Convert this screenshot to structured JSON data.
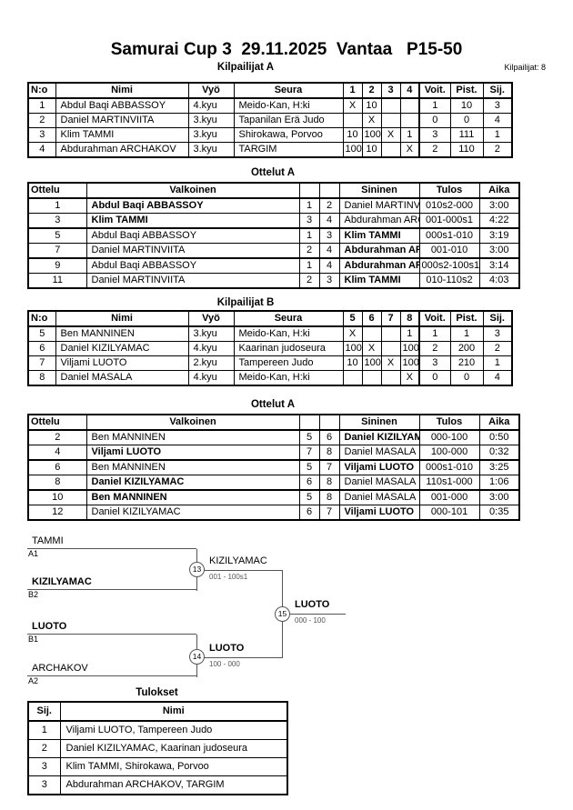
{
  "page": {
    "title": "Samurai Cup 3  29.11.2025  Vantaa   P15-50",
    "competitors_label": "Kilpailijat: 8"
  },
  "pool_a": {
    "title": "Kilpailijat A",
    "headers": [
      "N:o",
      "Nimi",
      "Vyö",
      "Seura",
      "1",
      "2",
      "3",
      "4",
      "Voit.",
      "Pist.",
      "Sij."
    ],
    "rows": [
      {
        "no": "1",
        "name": "Abdul Baqi ABBASSOY",
        "belt": "4.kyu",
        "club": "Meido-Kan, H:ki",
        "r": [
          "X",
          "10",
          "",
          ""
        ],
        "wins": "1",
        "pts": "10",
        "rank": "3"
      },
      {
        "no": "2",
        "name": "Daniel MARTINVIITA",
        "belt": "3.kyu",
        "club": "Tapanilan Erä Judo",
        "r": [
          "",
          "X",
          "",
          ""
        ],
        "wins": "0",
        "pts": "0",
        "rank": "4"
      },
      {
        "no": "3",
        "name": "Klim TAMMI",
        "belt": "3.kyu",
        "club": "Shirokawa, Porvoo",
        "r": [
          "10",
          "100",
          "X",
          "1"
        ],
        "wins": "3",
        "pts": "111",
        "rank": "1"
      },
      {
        "no": "4",
        "name": "Abdurahman ARCHAKOV",
        "belt": "3.kyu",
        "club": "TARGIM",
        "r": [
          "100",
          "10",
          "",
          "X"
        ],
        "wins": "2",
        "pts": "110",
        "rank": "2"
      }
    ]
  },
  "matches_a": {
    "title": "Ottelut A",
    "headers": [
      "Ottelu",
      "Valkoinen",
      "",
      "",
      "Sininen",
      "Tulos",
      "Aika"
    ],
    "rows": [
      {
        "no": "1",
        "white": "Abdul Baqi ABBASSOY",
        "white_bold": true,
        "wn": "1",
        "bn": "2",
        "blue": "Daniel MARTINVIITA",
        "blue_bold": false,
        "result": "010s2-000",
        "time": "3:00"
      },
      {
        "no": "3",
        "white": "Klim TAMMI",
        "white_bold": true,
        "wn": "3",
        "bn": "4",
        "blue": "Abdurahman ARCHAKOV",
        "blue_bold": false,
        "result": "001-000s1",
        "time": "4:22"
      },
      {
        "no": "5",
        "white": "Abdul Baqi ABBASSOY",
        "white_bold": false,
        "wn": "1",
        "bn": "3",
        "blue": "Klim TAMMI",
        "blue_bold": true,
        "result": "000s1-010",
        "time": "3:19"
      },
      {
        "no": "7",
        "white": "Daniel MARTINVIITA",
        "white_bold": false,
        "wn": "2",
        "bn": "4",
        "blue": "Abdurahman ARCHAKOV",
        "blue_bold": true,
        "result": "001-010",
        "time": "3:00"
      },
      {
        "no": "9",
        "white": "Abdul Baqi ABBASSOY",
        "white_bold": false,
        "wn": "1",
        "bn": "4",
        "blue": "Abdurahman ARCHAKOV",
        "blue_bold": true,
        "result": "000s2-100s1",
        "time": "3:14"
      },
      {
        "no": "11",
        "white": "Daniel MARTINVIITA",
        "white_bold": false,
        "wn": "2",
        "bn": "3",
        "blue": "Klim TAMMI",
        "blue_bold": true,
        "result": "010-110s2",
        "time": "4:03"
      }
    ]
  },
  "pool_b": {
    "title": "Kilpailijat B",
    "headers": [
      "N:o",
      "Nimi",
      "Vyö",
      "Seura",
      "5",
      "6",
      "7",
      "8",
      "Voit.",
      "Pist.",
      "Sij."
    ],
    "rows": [
      {
        "no": "5",
        "name": "Ben MANNINEN",
        "belt": "3.kyu",
        "club": "Meido-Kan, H:ki",
        "r": [
          "X",
          "",
          "",
          "1"
        ],
        "wins": "1",
        "pts": "1",
        "rank": "3"
      },
      {
        "no": "6",
        "name": "Daniel KIZILYAMAC",
        "belt": "4.kyu",
        "club": "Kaarinan judoseura",
        "r": [
          "100",
          "X",
          "",
          "100"
        ],
        "wins": "2",
        "pts": "200",
        "rank": "2"
      },
      {
        "no": "7",
        "name": "Viljami LUOTO",
        "belt": "2.kyu",
        "club": "Tampereen Judo",
        "r": [
          "10",
          "100",
          "X",
          "100"
        ],
        "wins": "3",
        "pts": "210",
        "rank": "1"
      },
      {
        "no": "8",
        "name": "Daniel MASALA",
        "belt": "4.kyu",
        "club": "Meido-Kan, H:ki",
        "r": [
          "",
          "",
          "",
          "X"
        ],
        "wins": "0",
        "pts": "0",
        "rank": "4"
      }
    ]
  },
  "matches_b": {
    "title": "Ottelut A",
    "headers": [
      "Ottelu",
      "Valkoinen",
      "",
      "",
      "Sininen",
      "Tulos",
      "Aika"
    ],
    "rows": [
      {
        "no": "2",
        "white": "Ben MANNINEN",
        "white_bold": false,
        "wn": "5",
        "bn": "6",
        "blue": "Daniel KIZILYAMAC",
        "blue_bold": true,
        "result": "000-100",
        "time": "0:50"
      },
      {
        "no": "4",
        "white": "Viljami LUOTO",
        "white_bold": true,
        "wn": "7",
        "bn": "8",
        "blue": "Daniel MASALA",
        "blue_bold": false,
        "result": "100-000",
        "time": "0:32"
      },
      {
        "no": "6",
        "white": "Ben MANNINEN",
        "white_bold": false,
        "wn": "5",
        "bn": "7",
        "blue": "Viljami LUOTO",
        "blue_bold": true,
        "result": "000s1-010",
        "time": "3:25"
      },
      {
        "no": "8",
        "white": "Daniel KIZILYAMAC",
        "white_bold": true,
        "wn": "6",
        "bn": "8",
        "blue": "Daniel MASALA",
        "blue_bold": false,
        "result": "110s1-000",
        "time": "1:06"
      },
      {
        "no": "10",
        "white": "Ben MANNINEN",
        "white_bold": true,
        "wn": "5",
        "bn": "8",
        "blue": "Daniel MASALA",
        "blue_bold": false,
        "result": "001-000",
        "time": "3:00"
      },
      {
        "no": "12",
        "white": "Daniel KIZILYAMAC",
        "white_bold": false,
        "wn": "6",
        "bn": "7",
        "blue": "Viljami LUOTO",
        "blue_bold": true,
        "result": "000-101",
        "time": "0:35"
      }
    ]
  },
  "bracket": {
    "entries": [
      {
        "name": "TAMMI",
        "seed": "A1",
        "bold": false
      },
      {
        "name": "KIZILYAMAC",
        "seed": "B2",
        "bold": true
      },
      {
        "name": "LUOTO",
        "seed": "B1",
        "bold": true
      },
      {
        "name": "ARCHAKOV",
        "seed": "A2",
        "bold": false
      }
    ],
    "semifinal_1": {
      "match_no": "13",
      "winner": "KIZILYAMAC",
      "score": "001 - 100s1",
      "winner_bold": false
    },
    "semifinal_2": {
      "match_no": "14",
      "winner": "LUOTO",
      "score": "100 - 000",
      "winner_bold": true
    },
    "final": {
      "match_no": "15",
      "winner": "LUOTO",
      "score": "000 - 100",
      "winner_bold": true
    }
  },
  "results": {
    "title": "Tulokset",
    "headers": [
      "Sij.",
      "Nimi"
    ],
    "rows": [
      {
        "rank": "1",
        "name": "Viljami LUOTO, Tampereen Judo"
      },
      {
        "rank": "2",
        "name": "Daniel KIZILYAMAC, Kaarinan judoseura"
      },
      {
        "rank": "3",
        "name": "Klim TAMMI, Shirokawa, Porvoo"
      },
      {
        "rank": "3",
        "name": "Abdurahman ARCHAKOV, TARGIM"
      }
    ]
  }
}
